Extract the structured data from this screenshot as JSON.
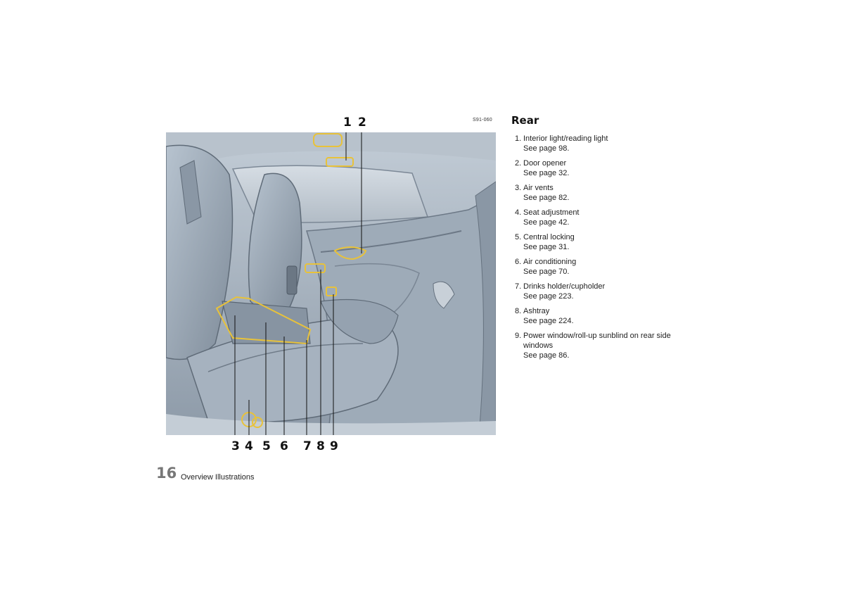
{
  "figure": {
    "code": "S91-060",
    "callouts": [
      "1",
      "2",
      "3",
      "4",
      "5",
      "6",
      "7",
      "8",
      "9"
    ]
  },
  "section": {
    "title": "Rear"
  },
  "items": [
    {
      "num": "1.",
      "label": "Interior light/reading light",
      "ref": "See page 98."
    },
    {
      "num": "2.",
      "label": "Door opener",
      "ref": "See page 32."
    },
    {
      "num": "3.",
      "label": "Air vents",
      "ref": "See page 82."
    },
    {
      "num": "4.",
      "label": "Seat adjustment",
      "ref": "See page 42."
    },
    {
      "num": "5.",
      "label": "Central locking",
      "ref": "See page 31."
    },
    {
      "num": "6.",
      "label": "Air conditioning",
      "ref": "See page 70."
    },
    {
      "num": "7.",
      "label": "Drinks holder/cupholder",
      "ref": "See page 223."
    },
    {
      "num": "8.",
      "label": "Ashtray",
      "ref": "See page 224."
    },
    {
      "num": "9.",
      "label": "Power window/roll-up sunblind on rear side windows",
      "ref": "See page 86."
    }
  ],
  "footer": {
    "page_number": "16",
    "section_name": "Overview Illustrations"
  },
  "colors": {
    "highlight": "#e8c23a",
    "illustration_base": "#a9b6c4"
  }
}
